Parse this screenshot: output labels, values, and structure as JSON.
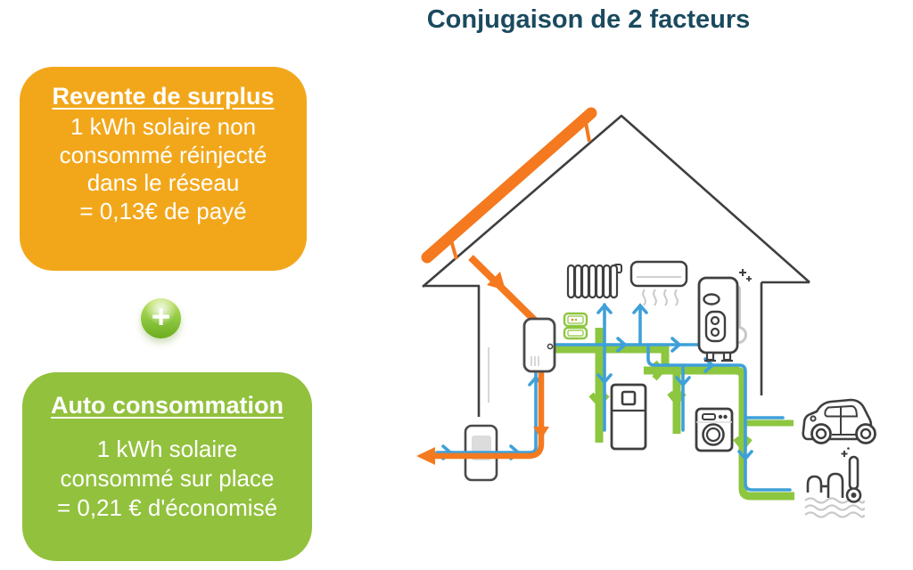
{
  "title": "Conjugaison de 2 facteurs",
  "plus_glyph": "+",
  "surplus_card": {
    "heading": "Revente de surplus",
    "lines": [
      "1 kWh solaire non",
      "consommé réinjecté",
      "dans le réseau",
      "= 0,13€ de payé"
    ]
  },
  "autoconso_card": {
    "heading": "Auto consommation",
    "lines": [
      "1 kWh solaire",
      "consommé sur place",
      "= 0,21 € d'économisé"
    ]
  },
  "colors": {
    "title": "#1A4A5F",
    "surplus_bg": "#F2A71B",
    "autoconso_bg": "#92C13D",
    "flow_orange": "#F4791F",
    "flow_blue": "#3FA0D9",
    "flow_green": "#8DC63F",
    "outline": "#3F3F3F",
    "detail_gray": "#C9C9C9"
  },
  "diagram": {
    "icons": [
      "solar-panel",
      "house",
      "inverter",
      "smart-meter",
      "grid-meter",
      "radiator",
      "air-conditioner",
      "water-heater",
      "fridge",
      "washing-machine",
      "electric-car",
      "swimming-pool"
    ],
    "flows": {
      "solar_production": "orange",
      "grid_exchange": "blue",
      "self_consumption": "green"
    }
  }
}
